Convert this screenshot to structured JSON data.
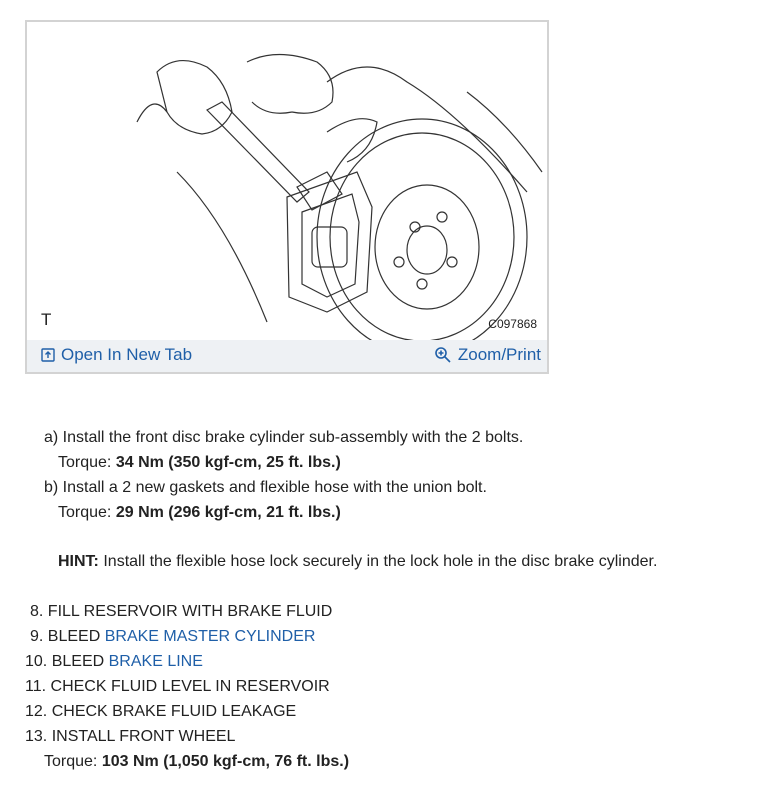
{
  "figure": {
    "corner_label": "T",
    "code": "C097868",
    "open_tab_label": "Open In New Tab",
    "zoom_label": "Zoom/Print"
  },
  "steps_a": {
    "a_text": "a) Install the front disc brake cylinder sub-assembly with the 2 bolts.",
    "a_torque_label": "Torque:",
    "a_torque_value": "34 Nm (350 kgf-cm, 25 ft. lbs.)",
    "b_text": "b) Install a 2 new gaskets and flexible hose with the union bolt.",
    "b_torque_label": "Torque:",
    "b_torque_value": "29 Nm (296 kgf-cm, 21 ft. lbs.)",
    "hint_label": "HINT:",
    "hint_text": "Install the flexible hose lock securely in the lock hole in the disc brake cylinder."
  },
  "list": [
    {
      "num": "8.",
      "text": "FILL RESERVOIR WITH BRAKE FLUID",
      "link": ""
    },
    {
      "num": "9.",
      "text": "BLEED",
      "link": "BRAKE MASTER CYLINDER"
    },
    {
      "num": "10.",
      "text": "BLEED",
      "link": "BRAKE LINE"
    },
    {
      "num": "11.",
      "text": "CHECK FLUID LEVEL IN RESERVOIR",
      "link": ""
    },
    {
      "num": "12.",
      "text": "CHECK BRAKE FLUID LEAKAGE",
      "link": ""
    },
    {
      "num": "13.",
      "text": "INSTALL FRONT WHEEL",
      "link": ""
    }
  ],
  "final_torque": {
    "label": "Torque:",
    "value": "103 Nm (1,050 kgf-cm, 76 ft. lbs.)"
  }
}
